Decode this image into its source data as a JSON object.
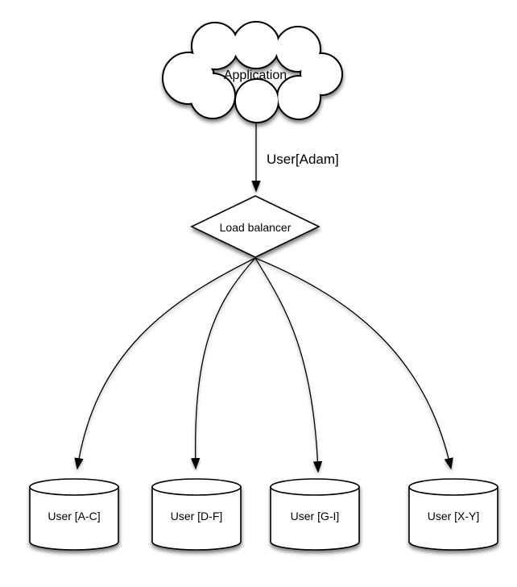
{
  "colors": {
    "background": "#ffffff",
    "shape_fill": "#ffffff",
    "stroke": "#000000",
    "text": "#000000",
    "shadow": "#000000"
  },
  "diagram": {
    "nodes": {
      "application": {
        "shape": "cloud",
        "label": "Application"
      },
      "load_balancer": {
        "shape": "diamond",
        "label": "Load balancer"
      },
      "shards": [
        {
          "shape": "cylinder",
          "label": "User [A-C]"
        },
        {
          "shape": "cylinder",
          "label": "User [D-F]"
        },
        {
          "shape": "cylinder",
          "label": "User [G-I]"
        },
        {
          "shape": "cylinder",
          "label": "User [X-Y]"
        }
      ]
    },
    "edges": [
      {
        "id": "app-to-load-balancer",
        "label": "User[Adam]"
      },
      {
        "id": "load-balancer-to-shard-a-c",
        "label": ""
      },
      {
        "id": "load-balancer-to-shard-d-f",
        "label": ""
      },
      {
        "id": "load-balancer-to-shard-g-i",
        "label": ""
      },
      {
        "id": "load-balancer-to-shard-x-y",
        "label": ""
      }
    ]
  }
}
